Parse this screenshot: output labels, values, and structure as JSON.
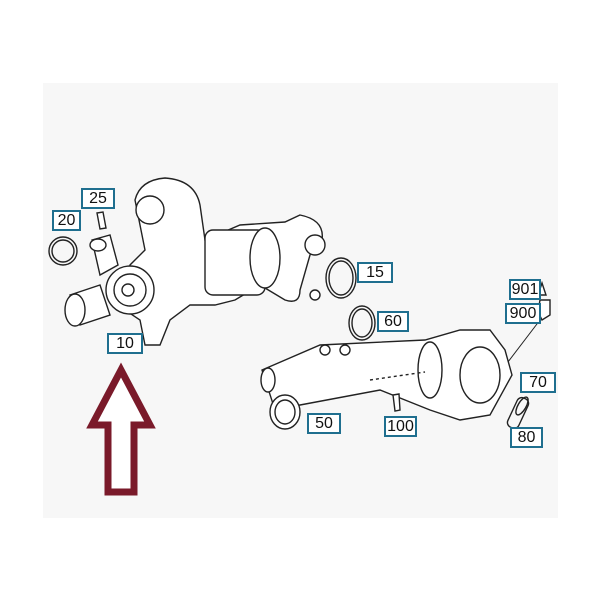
{
  "diagram": {
    "callouts": [
      {
        "id": "25",
        "label": "25"
      },
      {
        "id": "20",
        "label": "20"
      },
      {
        "id": "15",
        "label": "15"
      },
      {
        "id": "10",
        "label": "10"
      },
      {
        "id": "60",
        "label": "60"
      },
      {
        "id": "901",
        "label": "901"
      },
      {
        "id": "900",
        "label": "900"
      },
      {
        "id": "70",
        "label": "70"
      },
      {
        "id": "50",
        "label": "50"
      },
      {
        "id": "100",
        "label": "100"
      },
      {
        "id": "80",
        "label": "80"
      }
    ],
    "colors": {
      "callout_border": "#1f6f8f",
      "arrow": "#7a1a2a",
      "panel": "#f7f7f7"
    }
  }
}
